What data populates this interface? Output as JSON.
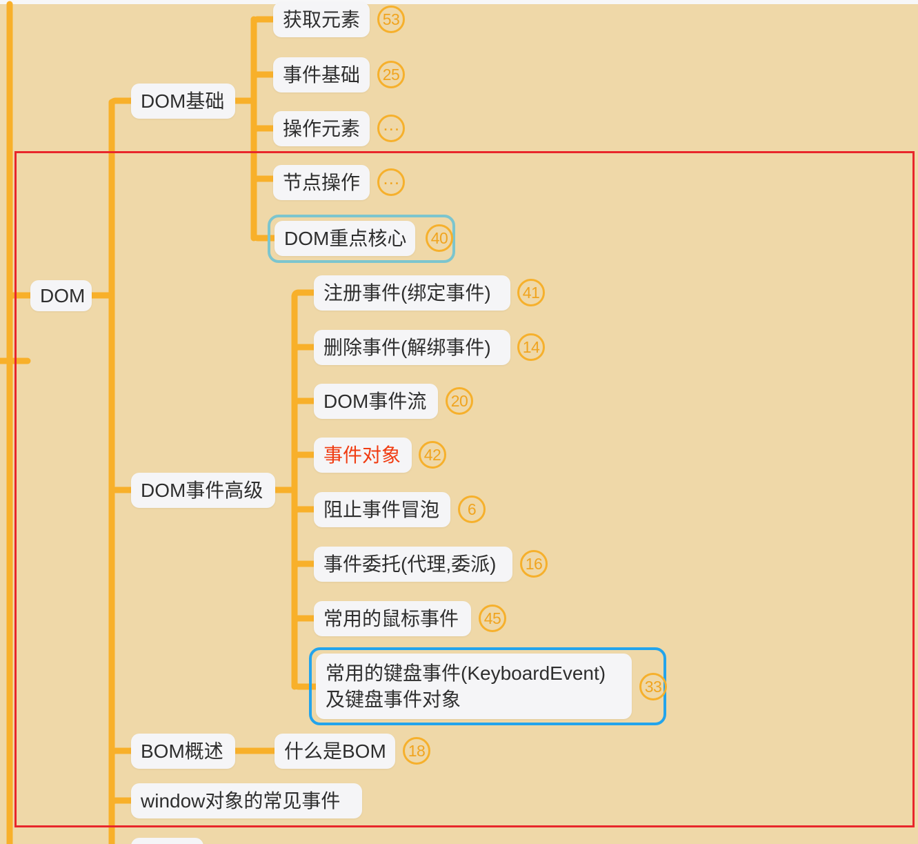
{
  "meta": {
    "app": "mindmap-viewer",
    "background_color": "#efd8a8",
    "node_fill": "#f5f5f7",
    "branch_color": "#f8b02a",
    "annotation_color": "#e8262b",
    "selection_color": "#23a4ec",
    "hover_color": "#7cc5ce",
    "highlight_text_color": "#f03c12"
  },
  "nodes": {
    "root": {
      "label": "DOM"
    },
    "dom_basics": {
      "label": "DOM基础"
    },
    "get_element": {
      "label": "获取元素",
      "badge": "53"
    },
    "event_basics": {
      "label": "事件基础",
      "badge": "25"
    },
    "operate_element": {
      "label": "操作元素",
      "badge": "…"
    },
    "node_operate": {
      "label": "节点操作",
      "badge": "…"
    },
    "dom_core": {
      "label": "DOM重点核心",
      "badge": "40",
      "state": "hover"
    },
    "dom_event_advanced": {
      "label": "DOM事件高级"
    },
    "register_event": {
      "label": "注册事件(绑定事件)",
      "badge": "41"
    },
    "remove_event": {
      "label": "删除事件(解绑事件)",
      "badge": "14"
    },
    "dom_event_flow": {
      "label": "DOM事件流",
      "badge": "20"
    },
    "event_object": {
      "label": "事件对象",
      "badge": "42",
      "emphasis": "red"
    },
    "stop_bubble": {
      "label": "阻止事件冒泡",
      "badge": "6"
    },
    "event_delegate": {
      "label": "事件委托(代理,委派)",
      "badge": "16"
    },
    "mouse_events": {
      "label": "常用的鼠标事件",
      "badge": "45"
    },
    "keyboard_events": {
      "label": "常用的键盘事件(KeyboardEvent)\n及键盘事件对象",
      "badge": "33",
      "state": "selected"
    },
    "bom_overview": {
      "label": "BOM概述"
    },
    "what_is_bom": {
      "label": "什么是BOM",
      "badge": "18"
    },
    "window_events": {
      "label": "window对象的常见事件"
    }
  },
  "tree": {
    "root_label": "DOM",
    "branches": [
      {
        "label": "DOM基础",
        "children": [
          "获取元素",
          "事件基础",
          "操作元素",
          "节点操作",
          "DOM重点核心"
        ]
      },
      {
        "label": "DOM事件高级",
        "children": [
          "注册事件(绑定事件)",
          "删除事件(解绑事件)",
          "DOM事件流",
          "事件对象",
          "阻止事件冒泡",
          "事件委托(代理,委派)",
          "常用的鼠标事件",
          "常用的键盘事件(KeyboardEvent)及键盘事件对象"
        ]
      },
      {
        "label": "BOM概述",
        "children": [
          "什么是BOM"
        ]
      },
      {
        "label": "window对象的常见事件",
        "children": []
      }
    ]
  }
}
